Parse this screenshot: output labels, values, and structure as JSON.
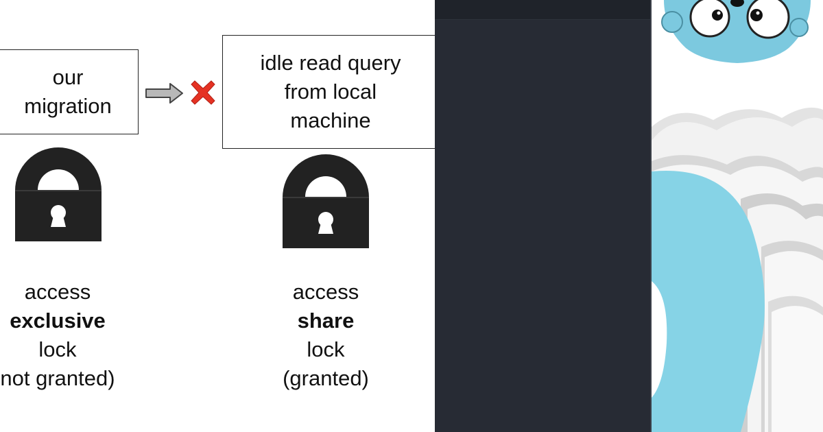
{
  "diagram": {
    "left": {
      "box_line1": "our",
      "box_line2": "migration",
      "caption": {
        "line1": "access",
        "line2": "exclusive",
        "line3": "lock",
        "line4": "not granted)"
      }
    },
    "right": {
      "box_line1": "idle read query",
      "box_line2": "from local",
      "box_line3": "machine",
      "caption": {
        "line1": "access",
        "line2": "share",
        "line3": "lock",
        "line4": "(granted)"
      }
    },
    "icons": {
      "arrow": "right-arrow-icon",
      "blocked": "red-x-icon",
      "lock": "padlock-icon"
    }
  },
  "colors": {
    "lock": "#222222",
    "cross": "#e53223",
    "arrow_fill": "#b8b8b8",
    "dark_panel": "#272b34",
    "sky_blue": "#86d3e6",
    "gopher_blue": "#7cc9df",
    "cloud_shadow": "#d0d0d0"
  }
}
